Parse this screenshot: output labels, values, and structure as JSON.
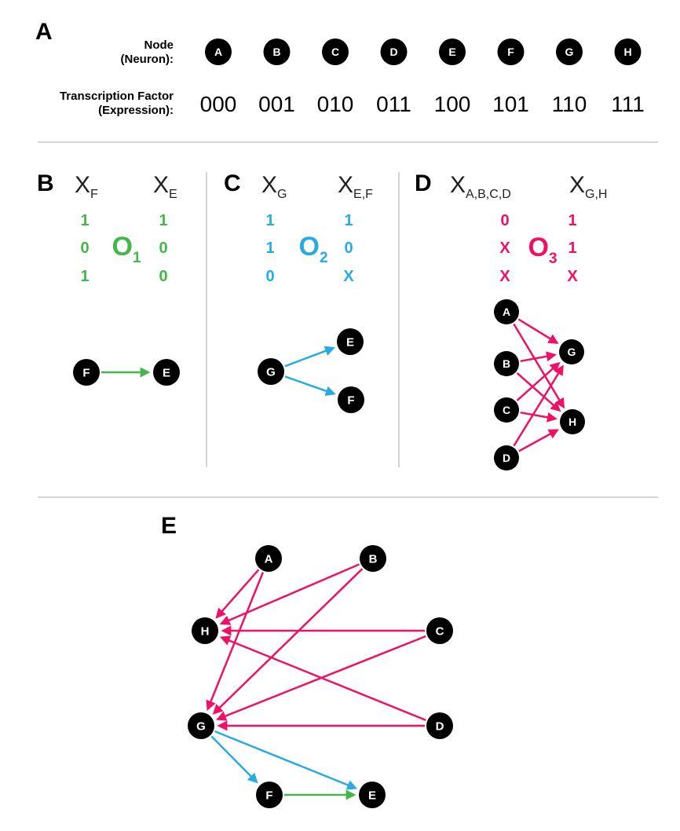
{
  "colors": {
    "green": "#45b649",
    "cyan": "#29abe2",
    "pink": "#ee1166",
    "node_fill": "#000000",
    "node_text": "#ffffff",
    "divider": "#a9a9a9",
    "text": "#000000"
  },
  "panelA": {
    "label": "A",
    "node_label_line1": "Node",
    "node_label_line2": "(Neuron):",
    "tf_label_line1": "Transcription Factor",
    "tf_label_line2": "(Expression):",
    "nodes": [
      "A",
      "B",
      "C",
      "D",
      "E",
      "F",
      "G",
      "H"
    ],
    "expressions": [
      "000",
      "001",
      "010",
      "011",
      "100",
      "101",
      "110",
      "111"
    ]
  },
  "panelB": {
    "label": "B",
    "col1_header": {
      "base": "X",
      "sub": "F"
    },
    "col2_header": {
      "base": "X",
      "sub": "E"
    },
    "col1_values": [
      "1",
      "0",
      "1"
    ],
    "col2_values": [
      "1",
      "0",
      "0"
    ],
    "operator": {
      "base": "O",
      "sub": "1"
    },
    "color": "green",
    "graph": {
      "nodes": [
        "F",
        "E"
      ],
      "edges": [
        {
          "from": "F",
          "to": "E",
          "color": "green"
        }
      ]
    }
  },
  "panelC": {
    "label": "C",
    "col1_header": {
      "base": "X",
      "sub": "G"
    },
    "col2_header": {
      "base": "X",
      "sub": "E,F"
    },
    "col1_values": [
      "1",
      "1",
      "0"
    ],
    "col2_values": [
      "1",
      "0",
      "X"
    ],
    "operator": {
      "base": "O",
      "sub": "2"
    },
    "color": "cyan",
    "graph": {
      "nodes": [
        "G",
        "E",
        "F"
      ],
      "edges": [
        {
          "from": "G",
          "to": "E",
          "color": "cyan"
        },
        {
          "from": "G",
          "to": "F",
          "color": "cyan"
        }
      ]
    }
  },
  "panelD": {
    "label": "D",
    "col1_header": {
      "base": "X",
      "sub": "A,B,C,D"
    },
    "col2_header": {
      "base": "X",
      "sub": "G,H"
    },
    "col1_values": [
      "0",
      "X",
      "X"
    ],
    "col2_values": [
      "1",
      "1",
      "X"
    ],
    "operator": {
      "base": "O",
      "sub": "3"
    },
    "color": "pink",
    "graph": {
      "nodes": [
        "A",
        "B",
        "C",
        "D",
        "G",
        "H"
      ],
      "edges": [
        {
          "from": "A",
          "to": "G",
          "color": "pink"
        },
        {
          "from": "A",
          "to": "H",
          "color": "pink"
        },
        {
          "from": "B",
          "to": "G",
          "color": "pink"
        },
        {
          "from": "B",
          "to": "H",
          "color": "pink"
        },
        {
          "from": "C",
          "to": "G",
          "color": "pink"
        },
        {
          "from": "C",
          "to": "H",
          "color": "pink"
        },
        {
          "from": "D",
          "to": "G",
          "color": "pink"
        },
        {
          "from": "D",
          "to": "H",
          "color": "pink"
        }
      ]
    }
  },
  "panelE": {
    "label": "E",
    "graph": {
      "nodes": [
        "A",
        "B",
        "H",
        "C",
        "G",
        "D",
        "F",
        "E"
      ],
      "edges": [
        {
          "from": "A",
          "to": "H",
          "color": "pink"
        },
        {
          "from": "B",
          "to": "H",
          "color": "pink"
        },
        {
          "from": "C",
          "to": "H",
          "color": "pink"
        },
        {
          "from": "D",
          "to": "H",
          "color": "pink"
        },
        {
          "from": "A",
          "to": "G",
          "color": "pink"
        },
        {
          "from": "B",
          "to": "G",
          "color": "pink"
        },
        {
          "from": "C",
          "to": "G",
          "color": "pink"
        },
        {
          "from": "D",
          "to": "G",
          "color": "pink"
        },
        {
          "from": "G",
          "to": "F",
          "color": "cyan"
        },
        {
          "from": "G",
          "to": "E",
          "color": "cyan"
        },
        {
          "from": "F",
          "to": "E",
          "color": "green"
        }
      ]
    }
  }
}
